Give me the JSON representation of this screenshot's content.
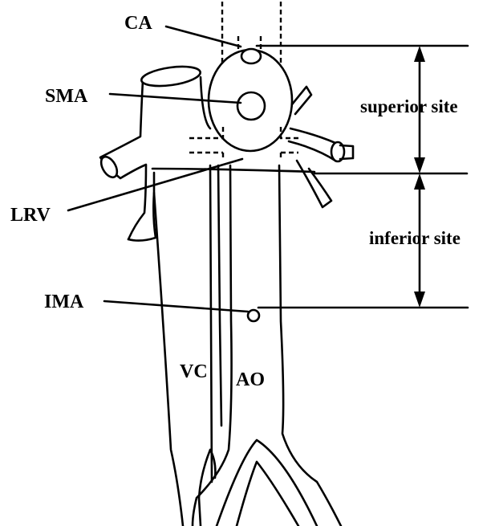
{
  "labels": {
    "ca": "CA",
    "sma": "SMA",
    "lrv": "LRV",
    "ima": "IMA",
    "vc": "VC",
    "ao": "AO",
    "superior_site": "superior site",
    "inferior_site": "inferior site"
  }
}
